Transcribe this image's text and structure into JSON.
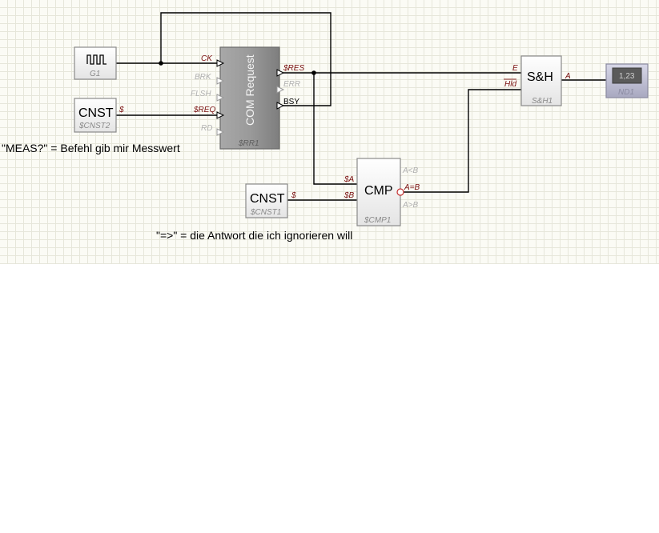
{
  "notes": {
    "meas": "\"MEAS?\" = Befehl gib mir Messwert",
    "answer": "\"=>\" = die Antwort die ich ignorieren will"
  },
  "generator": {
    "name": "G1"
  },
  "cnst_req": {
    "title": "CNST",
    "name": "$CNST2",
    "out_pin": "$"
  },
  "com_request": {
    "title": "COM Request",
    "name": "$RR1",
    "inputs": [
      "CK",
      "BRK",
      "FLSH",
      "$REQ",
      "RD"
    ],
    "outputs": [
      "$RES",
      "ERR",
      "BSY"
    ]
  },
  "cnst_cmp": {
    "title": "CNST",
    "name": "$CNST1",
    "out_pin": "$"
  },
  "cmp": {
    "title": "CMP",
    "name": "$CMP1",
    "inputs": [
      "$A",
      "$B"
    ],
    "outputs": [
      "A<B",
      "A=B",
      "A>B"
    ]
  },
  "sh": {
    "title": "S&H",
    "name": "S&H1",
    "inputs": [
      "E",
      "Hld"
    ],
    "output": "A"
  },
  "display": {
    "value": "1,23",
    "name": "ND1"
  },
  "colors": {
    "active_pin": "#7a1010",
    "dim_pin": "#b0b0b0",
    "wire": "#000000",
    "block_border": "#8a8a8a"
  }
}
